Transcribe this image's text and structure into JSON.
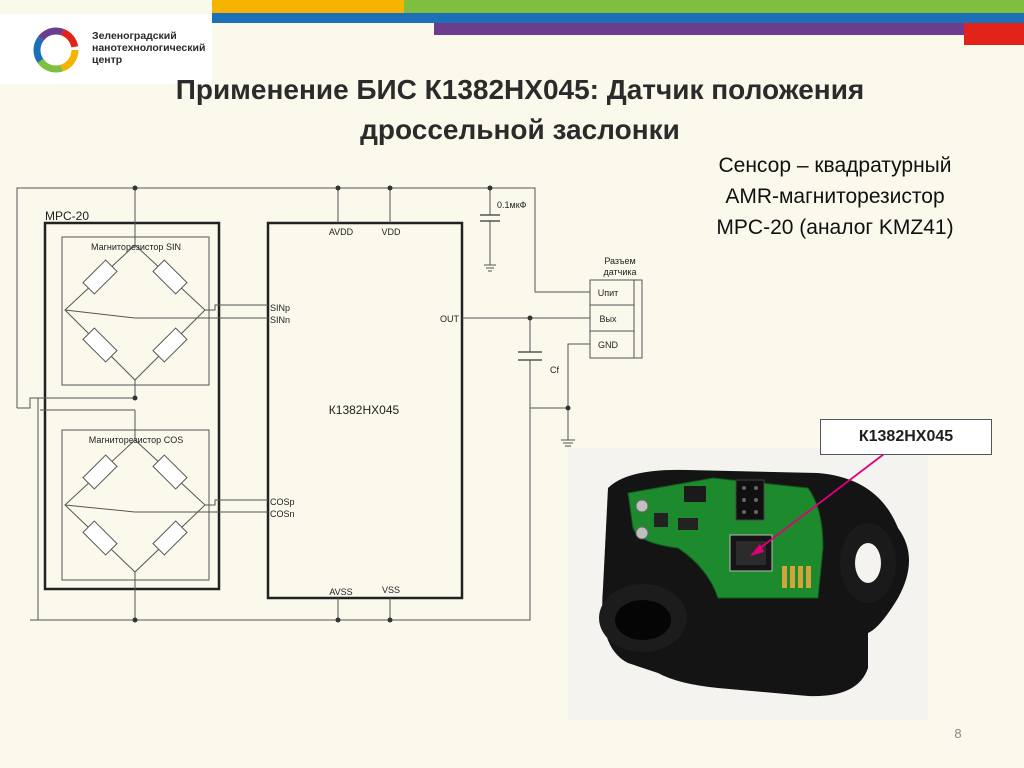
{
  "colors": {
    "background": "#fbf8ec",
    "stripe_orange": "#f5b400",
    "stripe_green": "#7fbf3f",
    "stripe_blue": "#1d6fb8",
    "stripe_purple": "#6c3d8f",
    "stripe_red": "#e2231a",
    "pointer": "#e0007a"
  },
  "logo": {
    "line1": "Зеленоградский",
    "line2": "нанотехнологический",
    "line3": "центр"
  },
  "title": {
    "line1": "Применение БИС К1382НХ045: Датчик положения",
    "line2": "дроссельной заслонки"
  },
  "subtitle": {
    "line1": "Сенсор – квадратурный",
    "line2": "AMR-магниторезистор",
    "line3": "MPC-20 (аналог KMZ41)"
  },
  "schematic": {
    "sensor_block": "MPC-20",
    "bridge_sin": "Магниторезистор SIN",
    "bridge_cos": "Магниторезистор COS",
    "ic_name": "К1382НХ045",
    "pins": {
      "avdd": "AVDD",
      "vdd": "VDD",
      "sinp": "SINp",
      "sinn": "SINn",
      "cosp": "COSp",
      "cosn": "COSn",
      "out": "OUT",
      "avss": "AVSS",
      "vss": "VSS"
    },
    "cap_supply": "0.1мкФ",
    "cap_filter": "Cf",
    "connector_title_line1": "Разъем",
    "connector_title_line2": "датчика",
    "connector_pins": [
      "Uпит",
      "Вых",
      "GND"
    ]
  },
  "photo_label": "К1382НХ045",
  "page_number": "8"
}
